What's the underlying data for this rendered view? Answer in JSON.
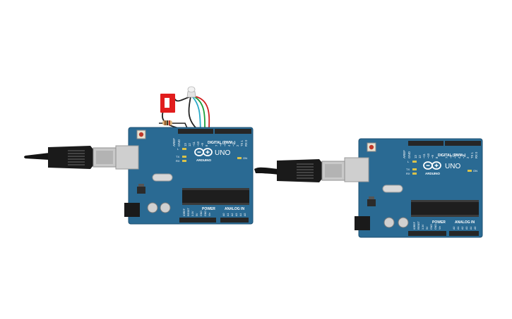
{
  "colors": {
    "board": "#2a6a93",
    "board_edge": "#1f5273",
    "header": "#262626",
    "chip": "#1e1e1e",
    "usb_plug": "#1a1a1a",
    "usb_metal": "#c9c9c9",
    "cable": "#141414",
    "switch_red": "#e11d1d",
    "wire_red": "#d11f1f",
    "wire_green": "#1e9e3c",
    "wire_blue": "#2aa9c8",
    "wire_black": "#222222"
  },
  "board1": {
    "brand": "ARDUINO",
    "model": "UNO",
    "digital_label": "DIGITAL (PWM~)",
    "power_label": "POWER",
    "analog_label": "ANALOG IN",
    "led_l": "L",
    "led_tx": "TX",
    "led_rx": "RX",
    "led_on": "ON",
    "aref": "AREF",
    "gnd": "GND",
    "digital_pins": [
      "13",
      "12",
      "~11",
      "~10",
      "~9",
      "8",
      "7",
      "~6",
      "~5",
      "4",
      "~3",
      "2",
      "TX 1",
      "RX 0"
    ],
    "power_pins": [
      "IOREF",
      "RESET",
      "3.3V",
      "5V",
      "GND",
      "GND",
      "Vin"
    ],
    "analog_pins": [
      "A0",
      "A1",
      "A2",
      "A3",
      "A4",
      "A5"
    ]
  },
  "board2": {
    "brand": "ARDUINO",
    "model": "UNO",
    "digital_label": "DIGITAL (PWM~)",
    "power_label": "POWER",
    "analog_label": "ANALOG IN",
    "led_l": "L",
    "led_tx": "TX",
    "led_rx": "RX",
    "led_on": "ON",
    "aref": "AREF",
    "gnd": "GND",
    "digital_pins": [
      "13",
      "12",
      "~11",
      "~10",
      "~9",
      "8",
      "7",
      "~6",
      "~5",
      "4",
      "~3",
      "2",
      "TX 1",
      "RX 0"
    ],
    "power_pins": [
      "IOREF",
      "RESET",
      "3.3V",
      "5V",
      "GND",
      "GND",
      "Vin"
    ],
    "analog_pins": [
      "A0",
      "A1",
      "A2",
      "A3",
      "A4",
      "A5"
    ]
  }
}
